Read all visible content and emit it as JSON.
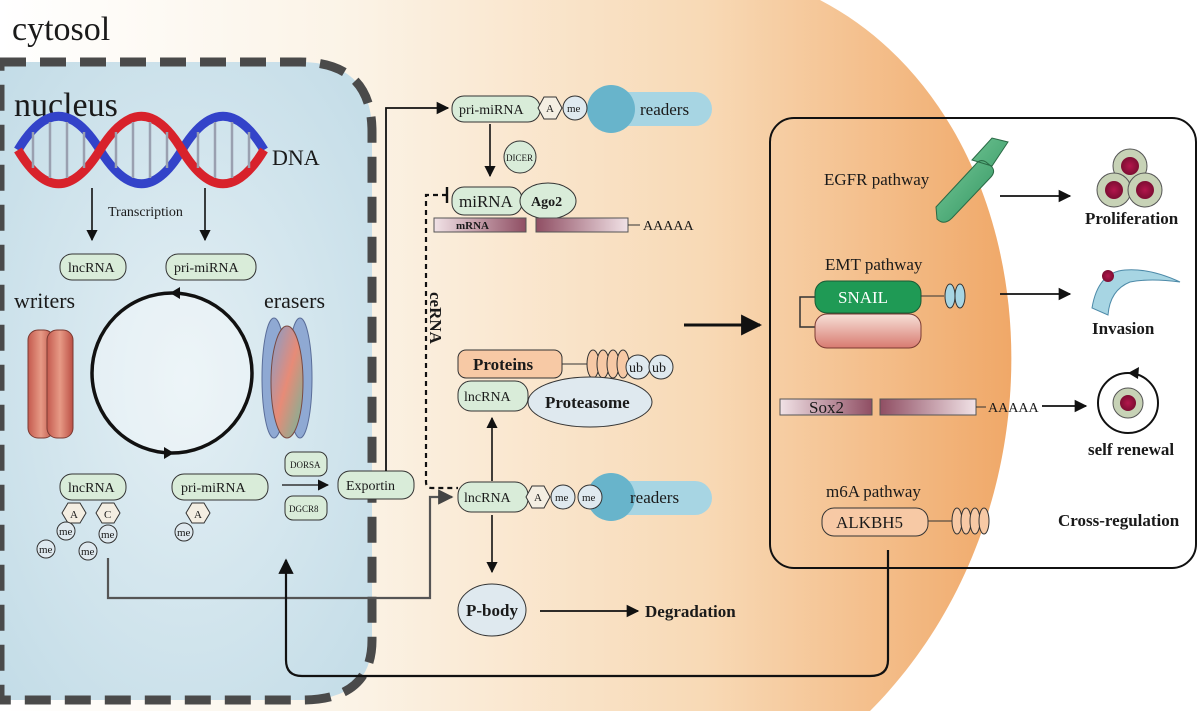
{
  "labels": {
    "cytosol": "cytosol",
    "nucleus": "nucleus",
    "dna": "DNA",
    "transcription": "Transcription",
    "lncrna": "lncRNA",
    "pri_mirna": "pri-miRNA",
    "writers": "writers",
    "erasers": "erasers",
    "dorsa": "DORSA",
    "dgcr8": "DGCR8",
    "exportin": "Exportin",
    "a": "A",
    "c": "C",
    "me": "me",
    "readers": "readers",
    "dicer": "DICER",
    "mirna": "miRNA",
    "ago2": "Ago2",
    "mrna": "mRNA",
    "polya": "AAAAA",
    "cerna": "ceRNA",
    "proteins": "Proteins",
    "ub": "ub",
    "proteasome": "Proteasome",
    "pbody": "P-body",
    "degradation": "Degradation"
  },
  "panel": {
    "egfr": "EGFR pathway",
    "proliferation": "Proliferation",
    "emt": "EMT pathway",
    "snail": "SNAIL",
    "invasion": "Invasion",
    "sox2": "Sox2",
    "polya": "AAAAA",
    "self_renewal": "self renewal",
    "m6a": "m6A pathway",
    "alkbh5": "ALKBH5",
    "cross_regulation": "Cross-regulation"
  },
  "colors": {
    "nucleus_fill": "#cfe3ec",
    "cytosol_peach": "#f6c89a",
    "rna_green": "#d9ecd9",
    "readers_blue": "#7dbfd3",
    "protein_peach": "#f7c9a5",
    "snail_green": "#1f9a55",
    "mrna_mauve": "#9c5a6e"
  }
}
